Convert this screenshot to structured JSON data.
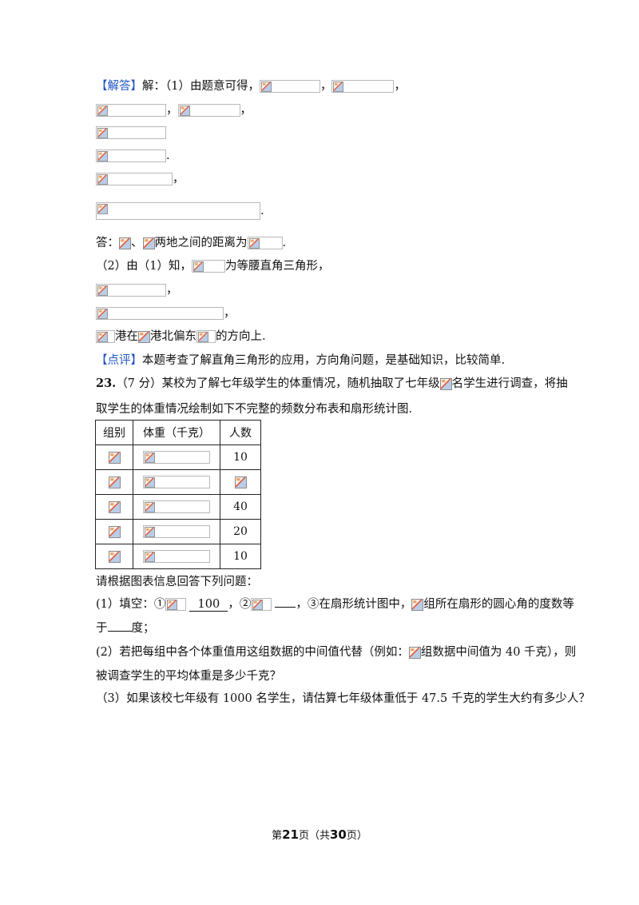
{
  "solution": {
    "tag": "【解答】",
    "line1_text": "解：（1）由题意可得，",
    "comma": "，",
    "period": ".",
    "answer_prefix": "答：",
    "answer_sep": "、",
    "answer_mid": "两地之间的距离为",
    "part2_text": "（2）由（1）知，",
    "part2_tail": "为等腰直角三角形，",
    "dir_a": "港在",
    "dir_b": "港北偏东",
    "dir_c": "的方向上."
  },
  "review": {
    "tag": "【点评】",
    "text": "本题考查了解直角三角形的应用，方向角问题，是基础知识，比较简单."
  },
  "q23": {
    "number": "23.",
    "points": "（7 分）",
    "intro_a": "某校为了解七年级学生的体重情况，随机抽取了七年级",
    "intro_b": "名学生进行调查，将抽",
    "intro_line2": "取学生的体重情况绘制如下不完整的频数分布表和扇形统计图.",
    "table": {
      "headers": [
        "组别",
        "体重（千克）",
        "人数"
      ],
      "counts": [
        "10",
        "",
        "40",
        "20",
        "10"
      ]
    },
    "prompt": "请根据图表信息回答下列问题：",
    "s1_a": "(1）填空：①",
    "s1_blank1": "100",
    "s1_b": "，②",
    "s1_c": "，③在扇形统计图中，",
    "s1_d": "组所在扇形的圆心角的度数等",
    "s1_line2_a": "于",
    "s1_line2_b": "度；",
    "s2_a": "(2）若把每组中各个体重值用这组数据的中间值代替（例如：",
    "s2_b": "组数据中间值为 40 千克），则",
    "s2_line2": "被调查学生的平均体重是多少千克？",
    "s3": "（3）如果该校七年级有 1000 名学生，请估算七年级体重低于 47.5 千克的学生大约有多少人？"
  },
  "footer": {
    "pre": "第",
    "page": "21",
    "mid": "页（共",
    "total": "30",
    "post": "页）"
  }
}
